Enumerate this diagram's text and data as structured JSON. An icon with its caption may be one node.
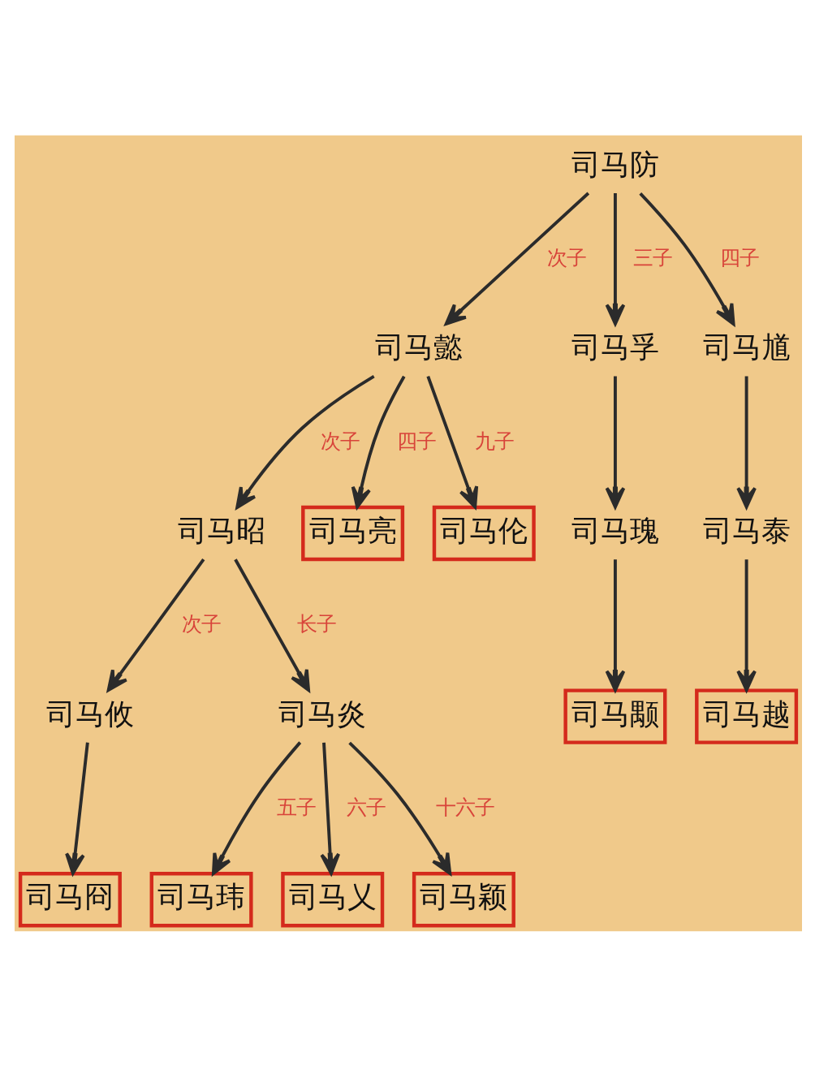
{
  "diagram": {
    "nodes": [
      {
        "text": [
          "司马防"
        ]
      },
      {
        "text": [
          "司马懿"
        ]
      },
      {
        "text": [
          "司马孚"
        ]
      },
      {
        "text": [
          "司马馗"
        ]
      },
      {
        "text": [
          "司马昭"
        ]
      },
      {
        "text": [
          "司马亮"
        ]
      },
      {
        "text": [
          "司马伦"
        ]
      },
      {
        "text": [
          "司马瑰"
        ]
      },
      {
        "text": [
          "司马泰"
        ]
      },
      {
        "text": [
          "司马攸"
        ]
      },
      {
        "text": [
          "司马炎"
        ]
      },
      {
        "text": [
          "司马颙"
        ]
      },
      {
        "text": [
          "司马越"
        ]
      },
      {
        "text": [
          "司马冏"
        ]
      },
      {
        "text": [
          "司马玮"
        ]
      },
      {
        "text": [
          "司马乂"
        ]
      },
      {
        "text": [
          "司马颖"
        ]
      }
    ],
    "edges": [
      {
        "from": 0,
        "to": 1,
        "arrow": "to",
        "label": "次子"
      },
      {
        "from": 0,
        "to": 2,
        "arrow": "to",
        "label": "三子"
      },
      {
        "from": 0,
        "to": 3,
        "arrow": "to",
        "label": "四子"
      },
      {
        "from": 1,
        "to": 4,
        "arrow": "to",
        "label": "次子"
      },
      {
        "from": 1,
        "to": 5,
        "arrow": "to",
        "label": "四子"
      },
      {
        "from": 1,
        "to": 6,
        "arrow": "to",
        "label": "九子"
      },
      {
        "from": 2,
        "to": 7,
        "arrow": "to"
      },
      {
        "from": 3,
        "to": 8,
        "arrow": "to"
      },
      {
        "from": 4,
        "to": 9,
        "arrow": "to",
        "label": "次子"
      },
      {
        "from": 4,
        "to": 10,
        "arrow": "to",
        "label": "长子"
      },
      {
        "from": 7,
        "to": 11,
        "arrow": "to"
      },
      {
        "from": 8,
        "to": 12,
        "arrow": "to"
      },
      {
        "from": 9,
        "to": 13,
        "arrow": "to"
      },
      {
        "from": 10,
        "to": 14,
        "arrow": "to",
        "label": "五子"
      },
      {
        "from": 10,
        "to": 15,
        "arrow": "to",
        "label": "六子"
      },
      {
        "from": 10,
        "to": 16,
        "arrow": "to",
        "label": "十六子"
      }
    ]
  }
}
